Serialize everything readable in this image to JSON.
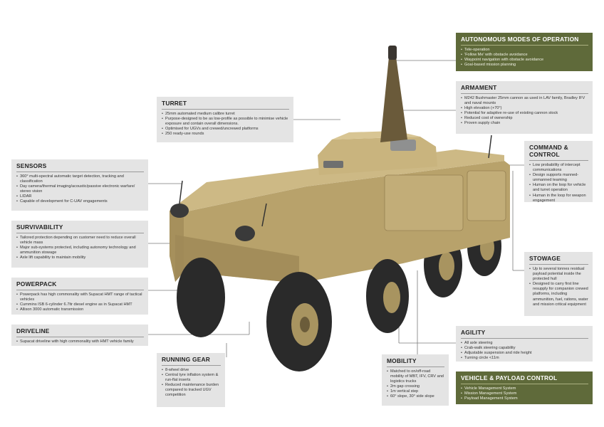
{
  "colors": {
    "panel": "#e4e4e4",
    "panel_dark": "#5f6a3a",
    "hull": "#bfa872",
    "tyre": "#2a2a2a"
  },
  "boxes": [
    {
      "id": "autonomous",
      "title": "AUTONOMOUS MODES OF OPERATION",
      "items": [
        "Tele-operation",
        "'Follow Me' with obstacle avoidance",
        "Waypoint navigation with obstacle avoidance",
        "Goal-based mission planning"
      ]
    },
    {
      "id": "turret",
      "title": "TURRET",
      "items": [
        "25mm automated medium calibre turret",
        "Purpose-designed to be as low-profile as possible to minimise vehicle exposure and contain overall dimensions.",
        "Optimised for UGVs and crewed/uncrewed platforms",
        "250 ready-use rounds"
      ]
    },
    {
      "id": "armament",
      "title": "ARMAMENT",
      "items": [
        "M242 Bushmaster 25mm cannon as used in LAV family, Bradley IFV and naval mounts",
        "High elevation (+70°)",
        "Potential for adaptive re-use of existing cannon stock",
        "Reduced cost of ownership",
        "Proven supply chain"
      ]
    },
    {
      "id": "command",
      "title": "COMMAND & CONTROL",
      "items": [
        "Low probability of intercept communications",
        "Design supports manned-unmanned teaming",
        "Human on the loop for vehicle and turret operation",
        "Human in the loop for weapon engagement"
      ]
    },
    {
      "id": "sensors",
      "title": "SENSORS",
      "items": [
        "360° multi-spectral automatic target detection, tracking and classification",
        "Day camera/thermal imaging/acoustic/passive electronic warfare/ stereo vision",
        "LIDAR",
        "Capable of development for C-UAV engagements"
      ]
    },
    {
      "id": "survivability",
      "title": "SURVIVABILITY",
      "items": [
        "Tailored protection depending on customer need to reduce overall vehicle mass",
        "Major sub-systems protected, including autonomy technology and ammunition stowage",
        "Axle lift capability to maintain mobility"
      ]
    },
    {
      "id": "stowage",
      "title": "STOWAGE",
      "items": [
        "Up to several tonnes residual payload potential inside the protected hull",
        "Designed to carry first line resupply for companion crewed platforms, including ammunition, fuel, rations, water and mission critical equipment"
      ]
    },
    {
      "id": "powerpack",
      "title": "POWERPACK",
      "items": [
        "Powerpack has high commonality with Supacat HMT range of tactical vehicles",
        "Cummins ISB 6-cylinder 6.7ltr diesel engine as in Supacat HMT",
        "Allison 3000 automatic transmission"
      ]
    },
    {
      "id": "driveline",
      "title": "DRIVELINE",
      "items": [
        "Supacat driveline with high commonality with HMT vehicle family"
      ]
    },
    {
      "id": "agility",
      "title": "AGILITY",
      "items": [
        "All axle steering",
        "Crab-walk steering capability",
        "Adjustable suspension and ride height",
        "Turning circle <11m"
      ]
    },
    {
      "id": "running",
      "title": "RUNNING GEAR",
      "items": [
        "8-wheel drive",
        "Central tyre inflation system & run-flat inserts",
        "Reduced maintenance burden compared to tracked UGV competition"
      ]
    },
    {
      "id": "mobility",
      "title": "MOBILITY",
      "items": [
        "Matched to on/off-road mobility of MBT, IFV, CRV and logistics trucks",
        "2m gap crossing",
        "1m vertical step",
        "60° slope, 30° side slope"
      ]
    },
    {
      "id": "vpc",
      "title": "VEHICLE & PAYLOAD CONTROL",
      "items": [
        "Vehicle Management System",
        "Mission Management System",
        "Payload Management System"
      ]
    }
  ]
}
